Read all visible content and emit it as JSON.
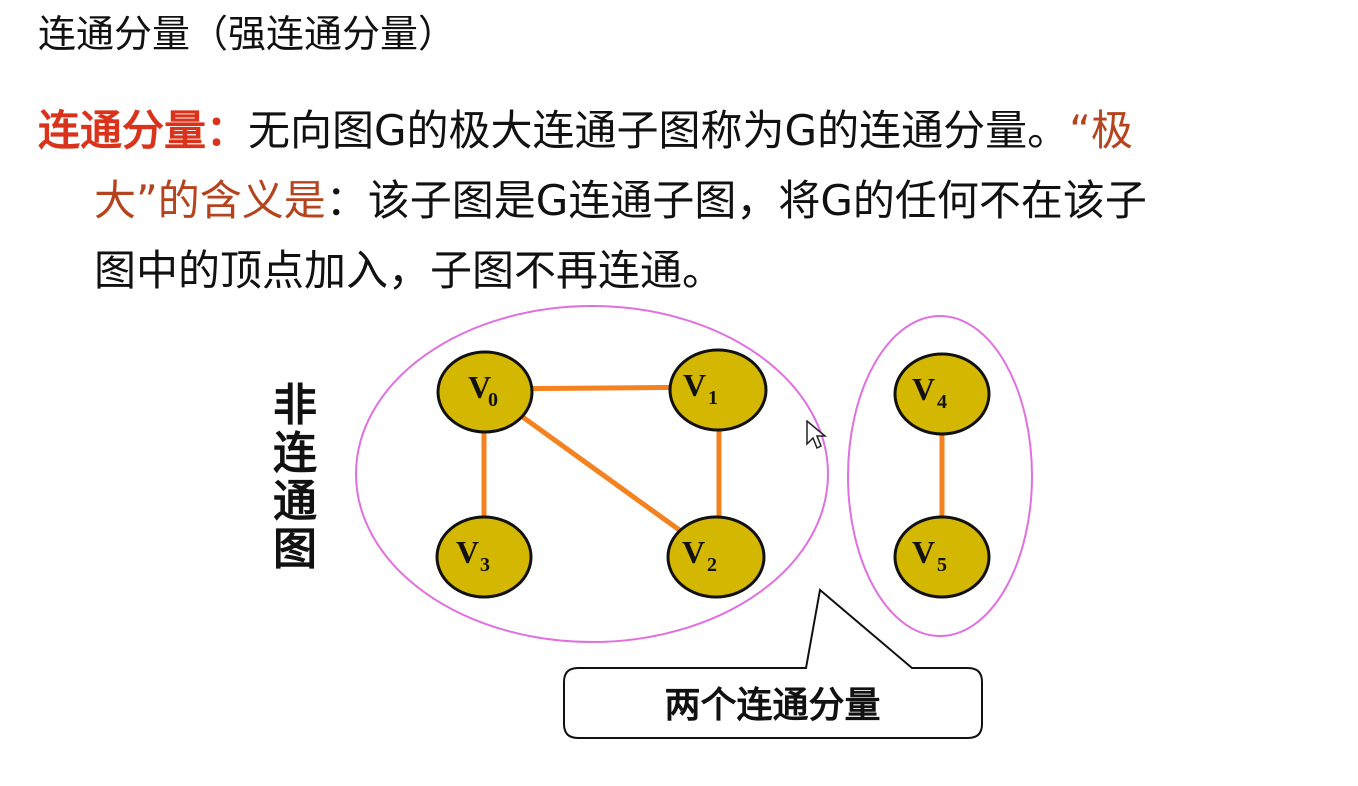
{
  "title": "连通分量（强连通分量）",
  "definition": {
    "term": "连通分量：",
    "text1": "无向图G的极大连通子图称为G的连通分量。",
    "quote_part1": "“极",
    "quote_part2": "大”的含义是",
    "colon": "：",
    "text2": "该子图是G连通子图，将G的任何不在该子",
    "text3": "图中的顶点加入，子图不再连通。"
  },
  "side_label": [
    "非",
    "连",
    "通",
    "图"
  ],
  "nodes": [
    {
      "id": "V0",
      "letter": "V",
      "sub": "0"
    },
    {
      "id": "V1",
      "letter": "V",
      "sub": "1"
    },
    {
      "id": "V2",
      "letter": "V",
      "sub": "2"
    },
    {
      "id": "V3",
      "letter": "V",
      "sub": "3"
    },
    {
      "id": "V4",
      "letter": "V",
      "sub": "4"
    },
    {
      "id": "V5",
      "letter": "V",
      "sub": "5"
    }
  ],
  "edges": [
    [
      "V0",
      "V1"
    ],
    [
      "V0",
      "V3"
    ],
    [
      "V0",
      "V2"
    ],
    [
      "V1",
      "V2"
    ],
    [
      "V4",
      "V5"
    ]
  ],
  "callout": "两个连通分量",
  "colors": {
    "node_fill": "#d4b700",
    "node_stroke": "#111111",
    "edge": "#f58220",
    "component_outline": "#e070e0",
    "term_red": "#d9331b",
    "quote_brown": "#b5441e"
  }
}
